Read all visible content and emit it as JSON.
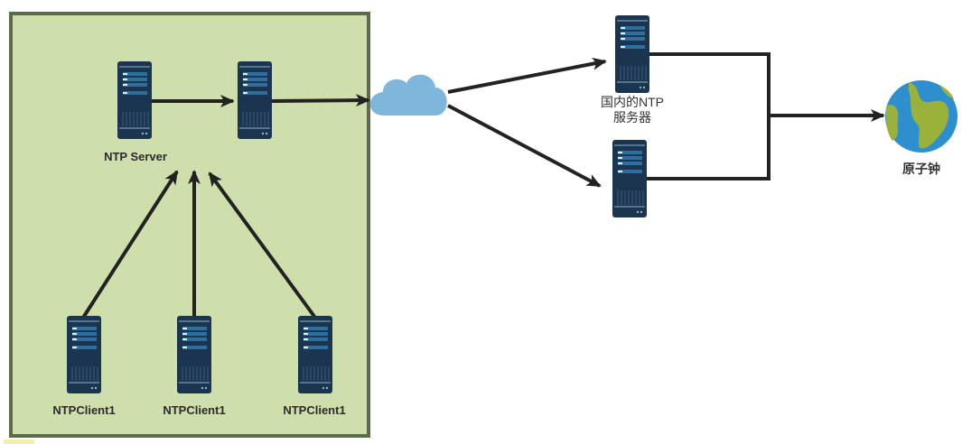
{
  "diagram": {
    "title": "NTP time synchronization topology",
    "local_network": {
      "server_label": "NTP Server",
      "clients": [
        {
          "label": "NTPClient1"
        },
        {
          "label": "NTPClient1"
        },
        {
          "label": "NTPClient1"
        }
      ]
    },
    "internet": {
      "icon": "cloud-icon"
    },
    "upstream": {
      "domestic_server_label_line1": "国内的NTP",
      "domestic_server_label_line2": "服务器"
    },
    "reference": {
      "label": "原子钟",
      "icon": "globe-icon"
    },
    "colors": {
      "group_fill": "#cfdfab",
      "group_border": "#5c6b4a",
      "server_body": "#1b3550",
      "server_bar": "#2f6f9e",
      "arrow": "#222222",
      "cloud": "#7eb6dc",
      "globe_ocean": "#2e8fcf",
      "globe_land": "#9bb23a"
    }
  }
}
